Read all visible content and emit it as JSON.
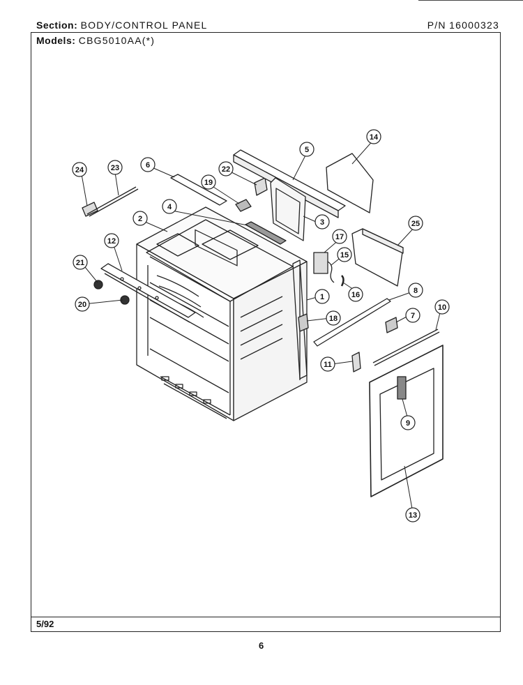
{
  "header": {
    "section_label": "Section:",
    "section_value": "BODY/CONTROL PANEL",
    "pn_label": "P/N",
    "pn_value": "16000323",
    "models_label": "Models:",
    "models_value": "CBG5010AA(*)"
  },
  "footer": {
    "date": "5/92",
    "page_number": "6"
  },
  "callouts": [
    "1",
    "2",
    "3",
    "4",
    "5",
    "6",
    "7",
    "8",
    "9",
    "10",
    "11",
    "12",
    "13",
    "14",
    "15",
    "16",
    "17",
    "18",
    "19",
    "20",
    "21",
    "22",
    "23",
    "24",
    "25"
  ]
}
